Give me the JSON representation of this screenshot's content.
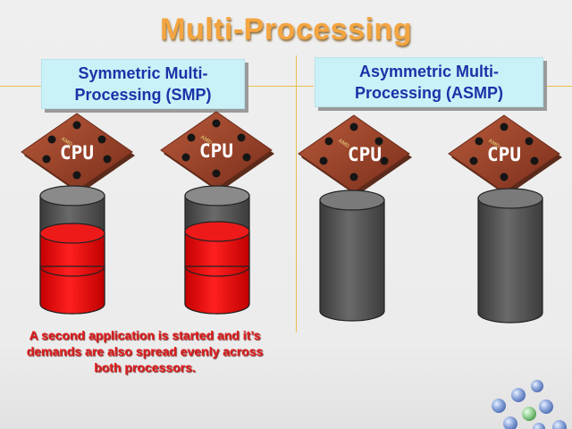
{
  "title": "Multi-Processing",
  "smp_box": {
    "line1": "Symmetric  Multi-",
    "line2": "Processing (SMP)"
  },
  "asmp_box": {
    "line1": "Asymmetric Multi-",
    "line2": "Processing (ASMP)"
  },
  "cpus": [
    {
      "label": "CPU",
      "brand": "AMD"
    },
    {
      "label": "CPU",
      "brand": "AMD"
    },
    {
      "label": "CPU",
      "brand": "AMD"
    },
    {
      "label": "CPU",
      "brand": "AMD"
    }
  ],
  "caption": {
    "line1": "A second application is started and it’s",
    "line2": "demands are also spread evenly across",
    "line3": "both processors."
  },
  "colors": {
    "title": "#f4a540",
    "box_bg": "#c9f1f7",
    "box_text": "#1a33a8",
    "caption": "#e31b1b",
    "cylinder_gray": "#555555",
    "cylinder_red": "#e81010",
    "divider": "#e6c04a"
  }
}
